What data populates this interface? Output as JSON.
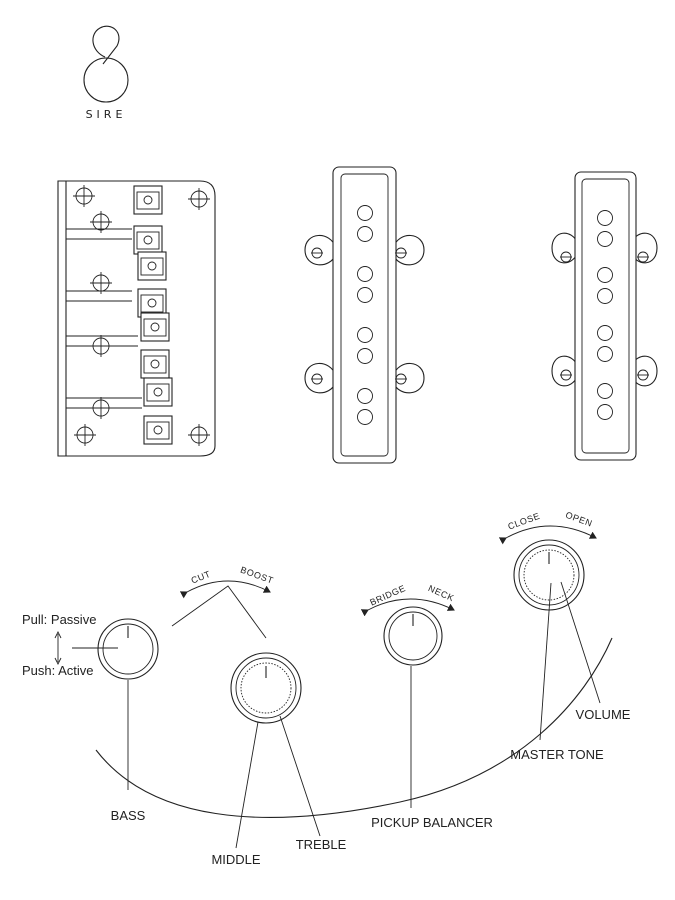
{
  "logo": {
    "text": "SIRE"
  },
  "labels": {
    "pull_passive": "Pull: Passive",
    "push_active": "Push: Active",
    "bass": "BASS",
    "middle": "MIDDLE",
    "treble": "TREBLE",
    "pickup_balancer": "PICKUP BALANCER",
    "master_tone": "MASTER TONE",
    "volume": "VOLUME"
  },
  "arc_labels": {
    "cut": "CUT",
    "boost": "BOOST",
    "bridge": "BRIDGE",
    "neck": "NECK",
    "close": "CLOSE",
    "open": "OPEN"
  },
  "colors": {
    "line": "#222222",
    "background": "#ffffff"
  },
  "icons": [
    "sire-logo",
    "bridge",
    "neck-pickup",
    "bridge-pickup",
    "knob",
    "double-arrow"
  ]
}
